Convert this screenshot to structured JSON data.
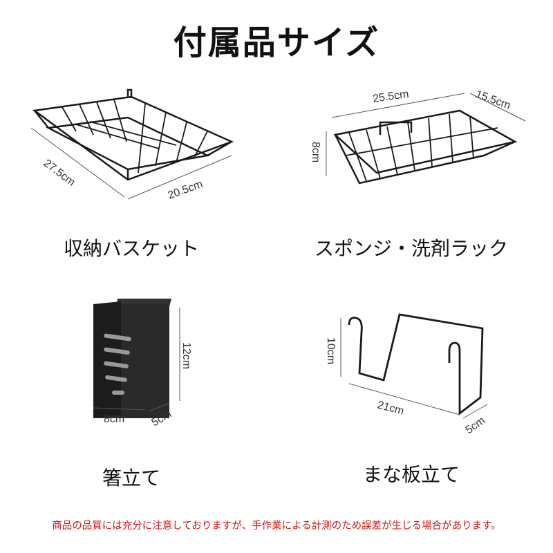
{
  "title": "付属品サイズ",
  "items": [
    {
      "name": "収納バスケット",
      "dims": [
        "27.5cm",
        "20.5cm"
      ]
    },
    {
      "name": "スポンジ・洗剤ラック",
      "dims": [
        "25.5cm",
        "15.5cm",
        "8cm"
      ]
    },
    {
      "name": "箸立て",
      "dims": [
        "12cm",
        "8cm",
        "5cm"
      ]
    },
    {
      "name": "まな板立て",
      "dims": [
        "10cm",
        "21cm",
        "5cm"
      ]
    }
  ],
  "note": "商品の品質には充分に注意しておりますが、手作業による計測のため誤差が生じる場合があります。",
  "colors": {
    "note": "#d21414",
    "product": "#1a1a1a"
  }
}
